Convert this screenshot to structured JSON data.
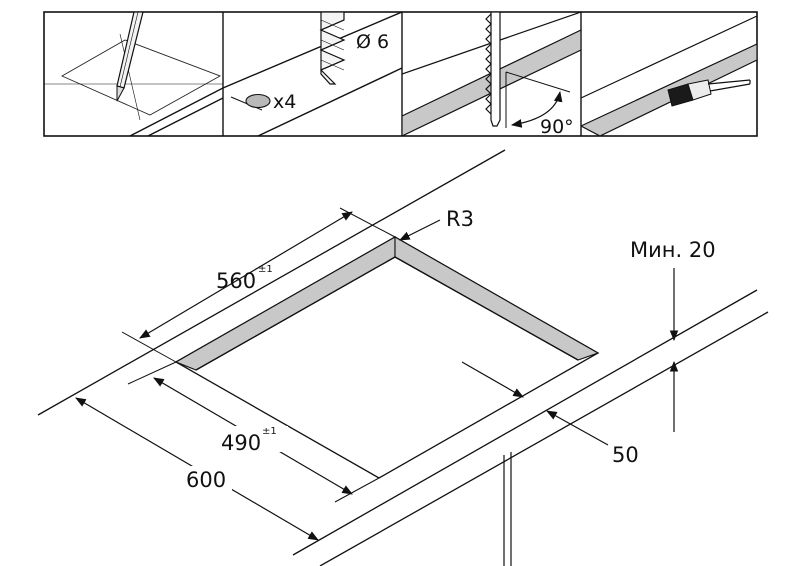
{
  "steps": [
    {
      "id": "mark"
    },
    {
      "id": "drill",
      "hole_count_label": "x4",
      "diameter_label": "Ø 6"
    },
    {
      "id": "saw",
      "angle_label": "90°"
    },
    {
      "id": "seal"
    }
  ],
  "cutout": {
    "width_label": "560",
    "width_tolerance": "±1",
    "depth_label": "490",
    "depth_tolerance": "±1",
    "radius_label": "R3",
    "worktop_depth_label": "600",
    "front_margin_label": "50",
    "min_thickness_label": "Мин. 20"
  },
  "colors": {
    "line": "#111111",
    "gray_fill": "#c8c8c8",
    "background": "#ffffff"
  }
}
